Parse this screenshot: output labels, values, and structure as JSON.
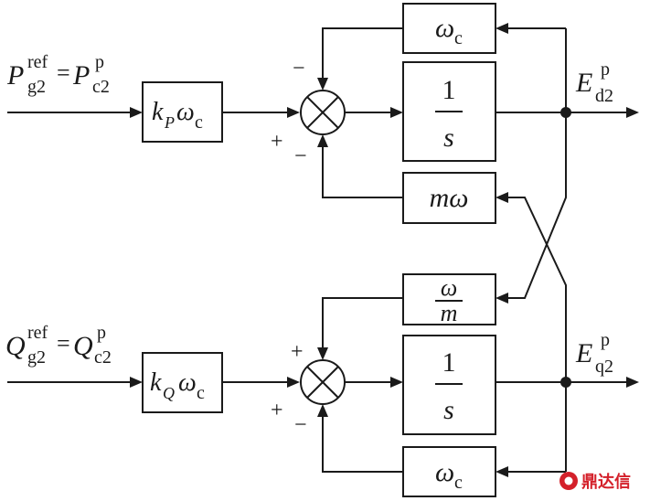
{
  "top_loop": {
    "input_label": {
      "main": "P",
      "sub": "g2",
      "sup": "ref",
      "eq": "=",
      "rhs_main": "P",
      "rhs_sub": "c2",
      "rhs_sup": "p"
    },
    "gain_block": {
      "main": "k",
      "sub": "P",
      "omega": "ω",
      "omega_sub": "c"
    },
    "feedback_block_top": {
      "omega": "ω",
      "sub": "c"
    },
    "integrator_block": {
      "num": "1",
      "den": "s"
    },
    "cross_block": {
      "text": "mω"
    },
    "output_label": {
      "main": "E",
      "sub": "d2",
      "sup": "p"
    },
    "junction_signs": {
      "top": "−",
      "left": "+",
      "bottom": "−"
    }
  },
  "bottom_loop": {
    "input_label": {
      "main": "Q",
      "sub": "g2",
      "sup": "ref",
      "eq": "=",
      "rhs_main": "Q",
      "rhs_sub": "c2",
      "rhs_sup": "p"
    },
    "gain_block": {
      "main": "k",
      "sub": "Q",
      "omega": "ω",
      "omega_sub": "c"
    },
    "cross_block": {
      "num": "ω",
      "den": "m"
    },
    "integrator_block": {
      "num": "1",
      "den": "s"
    },
    "feedback_block_bottom": {
      "omega": "ω",
      "sub": "c"
    },
    "output_label": {
      "main": "E",
      "sub": "q2",
      "sup": "p"
    },
    "junction_signs": {
      "top": "+",
      "left": "+",
      "bottom": "−"
    }
  },
  "watermark": {
    "text": "鼎达信"
  },
  "colors": {
    "line": "#1a1a1a",
    "watermark": "#d4202a"
  }
}
